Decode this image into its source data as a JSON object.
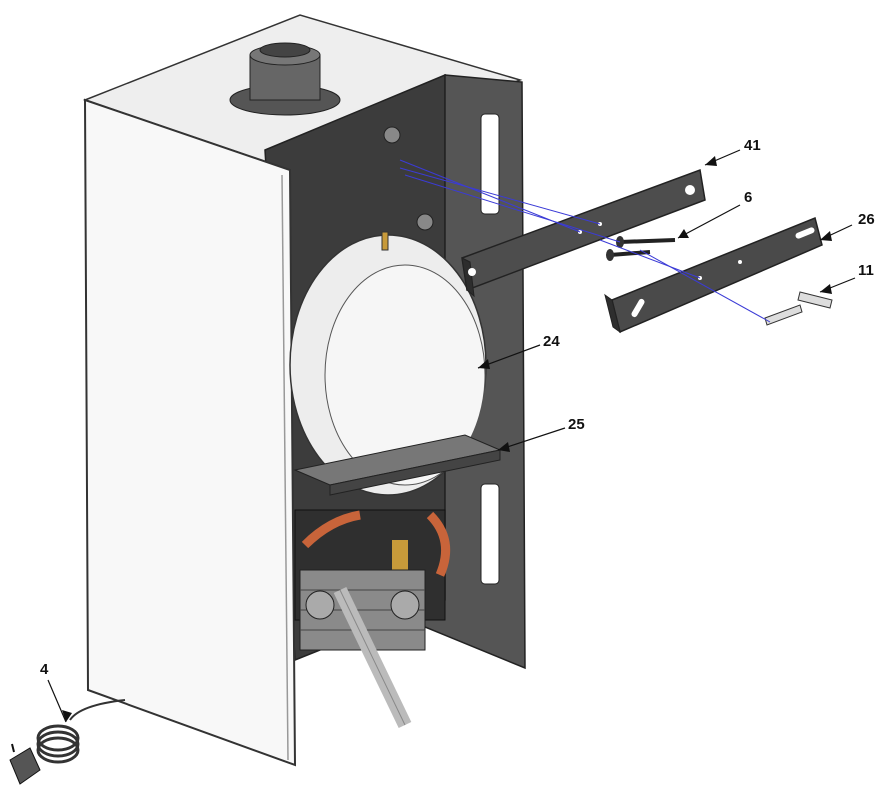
{
  "callouts": [
    {
      "id": "4",
      "label": "4"
    },
    {
      "id": "6",
      "label": "6"
    },
    {
      "id": "11",
      "label": "11"
    },
    {
      "id": "24",
      "label": "24"
    },
    {
      "id": "25",
      "label": "25"
    },
    {
      "id": "26",
      "label": "26"
    },
    {
      "id": "41",
      "label": "41"
    }
  ],
  "colors": {
    "casing_front": "#f7f7f7",
    "casing_outline": "#333333",
    "back_panel": "#3a3a3a",
    "bracket": "#4a4a4a",
    "vessel": "#e9e9e9",
    "pipe_copper": "#c8643a",
    "pipe_brass": "#c79a3a",
    "guide_line": "#3b3bd6"
  }
}
